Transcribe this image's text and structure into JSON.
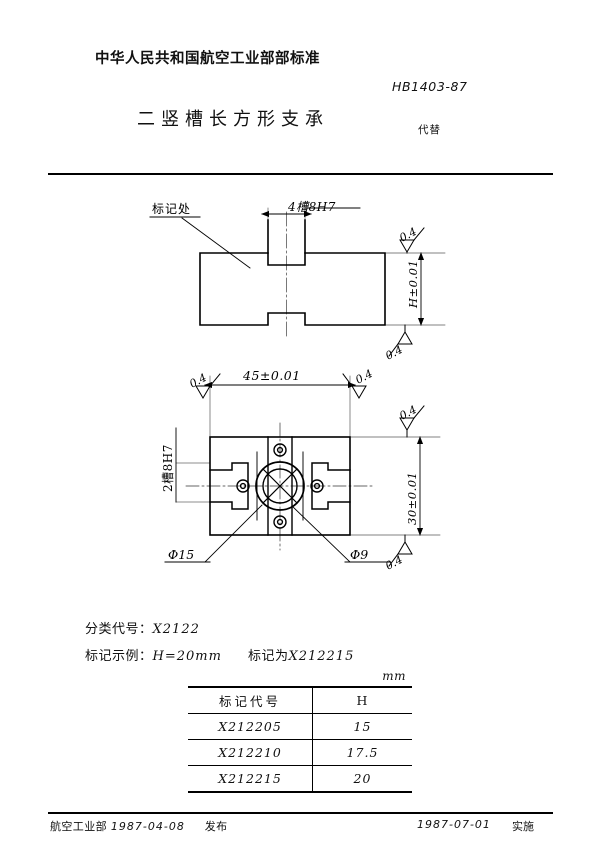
{
  "header": {
    "ministry": "中华人民共和国航空工业部部标准",
    "standard_no": "HB1403-87",
    "title": "二竖槽长方形支承",
    "replaces_label": "代替"
  },
  "drawing": {
    "front_view": {
      "mark_label": "标记处",
      "slot_dim": "4槽8H7",
      "height_dim": "H±0.01",
      "finish_top": "0.4",
      "finish_bottom": "0.4"
    },
    "plan_view": {
      "width_dim": "45±0.01",
      "depth_dim": "30±0.01",
      "slot_label": "2槽8H7",
      "hole_large": "Φ15",
      "hole_small": "Φ9",
      "finish_left": "0.4",
      "finish_top_right": "0.4",
      "finish_right": "0.4",
      "finish_bottom_right": "0.4"
    }
  },
  "notes": {
    "class_code_label": "分类代号：",
    "class_code_value": "X2122",
    "marking_example_label": "标记示例：",
    "marking_example_value": "H=20mm",
    "marking_as_label": "标记为",
    "marking_as_value": "X212215"
  },
  "table": {
    "unit": "mm",
    "headers": [
      "标记代号",
      "H"
    ],
    "rows": [
      [
        "X212205",
        "15"
      ],
      [
        "X212210",
        "17.5"
      ],
      [
        "X212215",
        "20"
      ]
    ]
  },
  "footer": {
    "issuer": "航空工业部",
    "issue_date": "1987-04-08",
    "publish_word": "发布",
    "effective_date": "1987-07-01",
    "effective_word": "实施"
  }
}
